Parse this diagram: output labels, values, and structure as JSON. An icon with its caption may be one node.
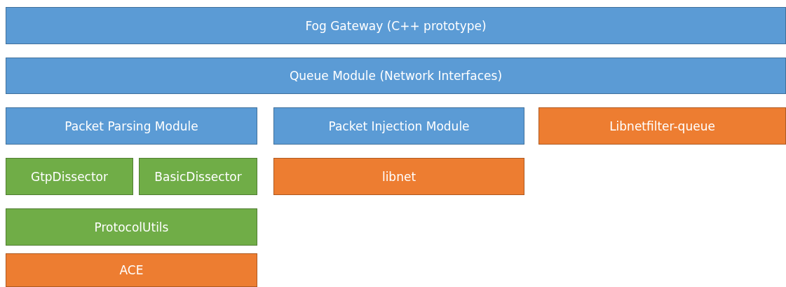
{
  "diagram": {
    "nodes": [
      {
        "text": [
          "Fog Gateway (C++ prototype)"
        ]
      },
      {
        "text": [
          "Queue Module (Network Interfaces)"
        ]
      },
      {
        "text": [
          "Packet Parsing Module"
        ]
      },
      {
        "text": [
          "Packet Injection Module"
        ]
      },
      {
        "text": [
          "Libnetfilter-queue"
        ]
      },
      {
        "text": [
          "GtpDissector"
        ]
      },
      {
        "text": [
          "BasicDissector"
        ]
      },
      {
        "text": [
          "libnet"
        ]
      },
      {
        "text": [
          "ProtocolUtils"
        ]
      },
      {
        "text": [
          "ACE"
        ]
      }
    ]
  }
}
